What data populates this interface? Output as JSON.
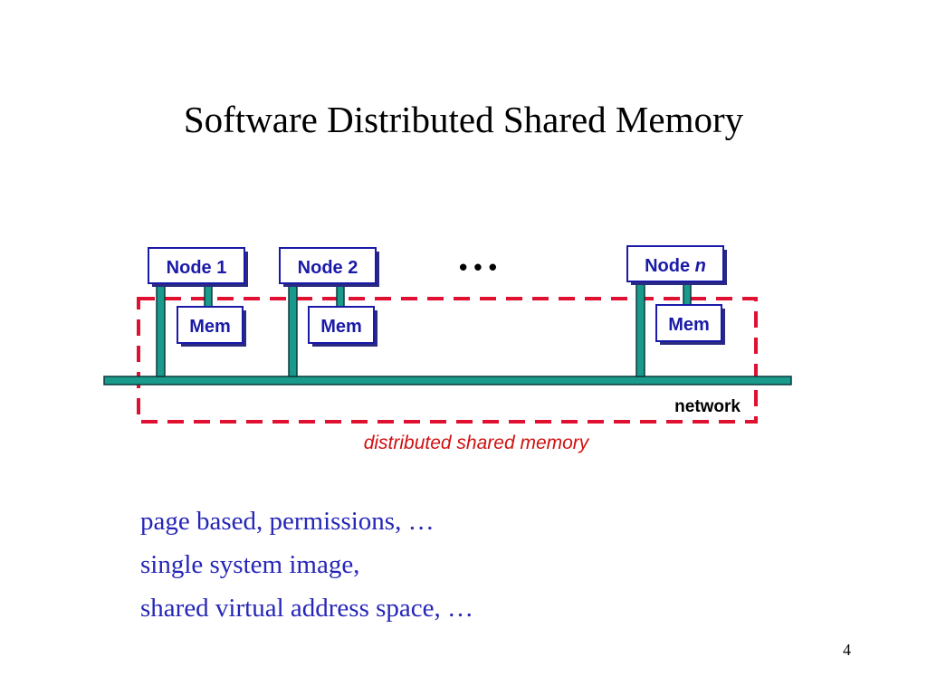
{
  "title": "Software Distributed Shared Memory",
  "diagram": {
    "nodes": [
      {
        "label": "Node 1",
        "mem_label": "Mem"
      },
      {
        "label": "Node 2",
        "mem_label": "Mem"
      },
      {
        "label": "Node",
        "label_italic": "n",
        "mem_label": "Mem"
      }
    ],
    "ellipsis": "• • •",
    "network_label": "network",
    "dsm_label": "distributed shared memory",
    "colors": {
      "box_border": "#1a1aa8",
      "box_text": "#1a1aa8",
      "box_shadow": "#2a2a80",
      "stem_fill": "#1a9a8a",
      "stem_border": "#0a3a40",
      "dashed": "#e01030",
      "dsm_text": "#d01010"
    }
  },
  "bullets": [
    "page based, permissions, …",
    "single system image,",
    "shared virtual address space, …"
  ],
  "page_number": "4"
}
